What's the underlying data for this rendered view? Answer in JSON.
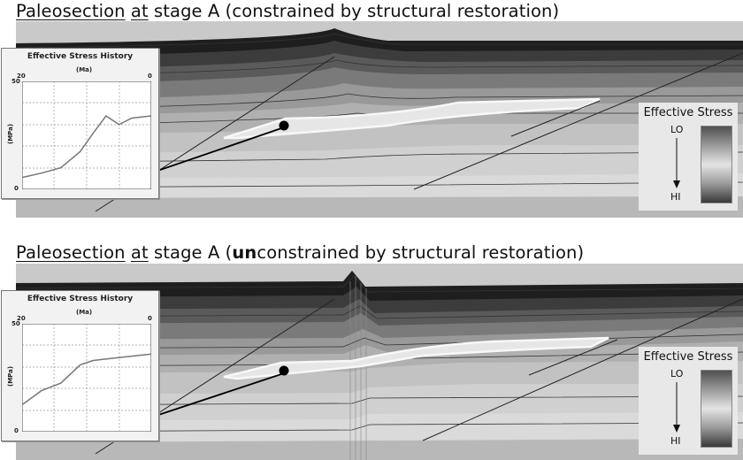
{
  "panels": [
    {
      "title_pre_underlined": "Paleosection",
      "title_mid": " ",
      "title_underlined_word": "at",
      "title_bold_part": "",
      "title_rest": " stage A (constrained by structural restoration)",
      "inset": {
        "title": "Effective Stress History",
        "x_unit": "(Ma)",
        "x_tick_left": "20",
        "x_tick_right": "0",
        "y_unit": "(MPa)",
        "y_tick_top": "50",
        "y_tick_bottom": "0",
        "curve_fraction_points": [
          [
            0,
            0.11
          ],
          [
            0.15,
            0.15
          ],
          [
            0.3,
            0.2
          ],
          [
            0.45,
            0.35
          ],
          [
            0.55,
            0.52
          ],
          [
            0.65,
            0.68
          ],
          [
            0.75,
            0.6
          ],
          [
            0.85,
            0.66
          ],
          [
            1.0,
            0.68
          ]
        ]
      },
      "legend": {
        "title": "Effective Stress",
        "lo": "LO",
        "hi": "HI"
      }
    },
    {
      "title_pre_underlined": "Paleosection",
      "title_mid": " ",
      "title_underlined_word": "at",
      "title_bold_part": "un",
      "title_rest": "constrained by structural restoration)",
      "title_before_bold": " stage A (",
      "inset": {
        "title": "Effective Stress History",
        "x_unit": "(Ma)",
        "x_tick_left": "20",
        "x_tick_right": "0",
        "y_unit": "(MPa)",
        "y_tick_top": "50",
        "y_tick_bottom": "0",
        "curve_fraction_points": [
          [
            0,
            0.25
          ],
          [
            0.15,
            0.38
          ],
          [
            0.3,
            0.45
          ],
          [
            0.45,
            0.62
          ],
          [
            0.55,
            0.66
          ],
          [
            0.7,
            0.68
          ],
          [
            0.85,
            0.7
          ],
          [
            1.0,
            0.72
          ]
        ]
      },
      "legend": {
        "title": "Effective Stress",
        "lo": "LO",
        "hi": "HI"
      }
    }
  ],
  "colors": {
    "well_marker": "#000000",
    "highlight_layer": "#f5f5f5"
  }
}
